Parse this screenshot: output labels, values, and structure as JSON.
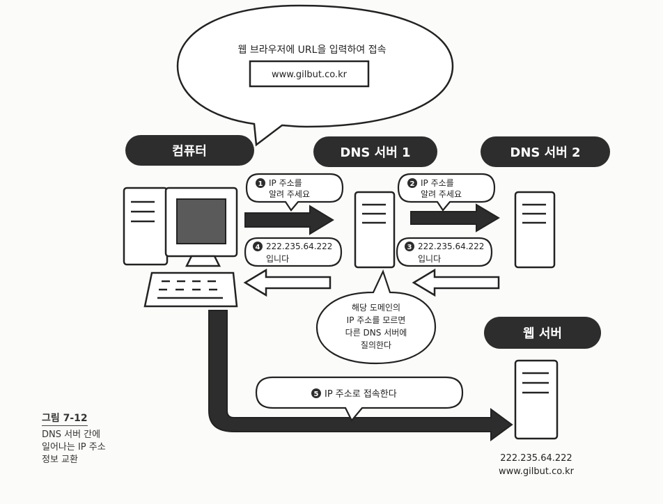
{
  "speech": {
    "instruction": "웹 브라우저에 URL을 입력하여 접속",
    "url": "www.gilbut.co.kr"
  },
  "nodes": {
    "computer": "컴퓨터",
    "dns1": "DNS 서버 1",
    "dns2": "DNS 서버 2",
    "web": "웹 서버"
  },
  "steps": {
    "s1": {
      "num": "1",
      "line1": "IP 주소를",
      "line2": "알려 주세요"
    },
    "s2": {
      "num": "2",
      "line1": "IP 주소를",
      "line2": "알려 주세요"
    },
    "s3": {
      "num": "3",
      "line1": "222.235.64.222",
      "line2": "입니다"
    },
    "s4": {
      "num": "4",
      "line1": "222.235.64.222",
      "line2": "입니다"
    },
    "s5": {
      "num": "5",
      "text": "IP 주소로 접속한다"
    }
  },
  "dns_note": [
    "해당 도메인의",
    "IP 주소를 모르면",
    "다른 DNS 서버에",
    "질의한다"
  ],
  "web_server": {
    "ip": "222.235.64.222",
    "domain": "www.gilbut.co.kr"
  },
  "caption": {
    "title": "그림 7-12",
    "lines": [
      "DNS 서버 간에",
      "일어나는 IP 주소",
      "정보 교환"
    ]
  },
  "colors": {
    "ink": "#222222",
    "label_bg": "#2d2d2d",
    "screen": "#5a5a5a",
    "page": "#fbfbf9"
  }
}
